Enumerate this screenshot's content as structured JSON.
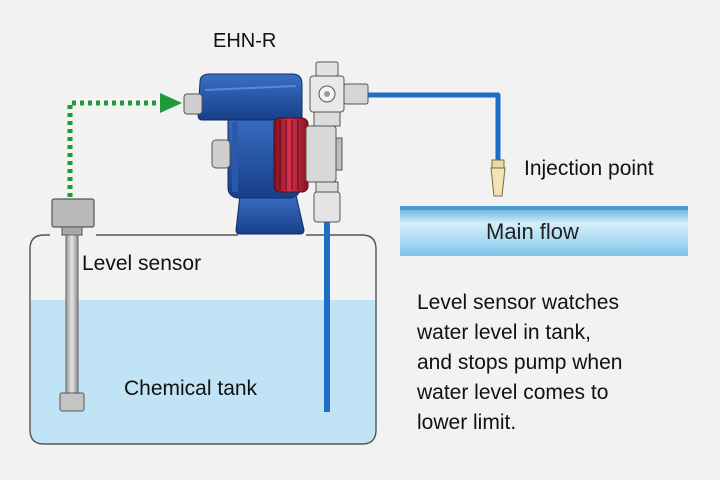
{
  "labels": {
    "pump_name": "EHN-R",
    "injection_point": "Injection point",
    "main_flow": "Main flow",
    "level_sensor": "Level sensor",
    "chemical_tank": "Chemical tank"
  },
  "description_lines": [
    "Level sensor watches",
    "water level in tank,",
    "and stops pump when",
    "water level comes to",
    "lower limit."
  ],
  "colors": {
    "background": "#f2f2f2",
    "water": "#c0e4f6",
    "pump_blue": "#1e4fa6",
    "pump_red": "#b51d32",
    "tube_blue": "#1c6ec8",
    "signal_green": "#1f9a3a",
    "main_flow_pipe": "#9fd3f0"
  },
  "icons": {
    "signal_arrow": "dotted-arrow-icon",
    "pump": "metering-pump-icon",
    "sensor": "level-sensor-icon",
    "nozzle": "injection-nozzle-icon"
  }
}
